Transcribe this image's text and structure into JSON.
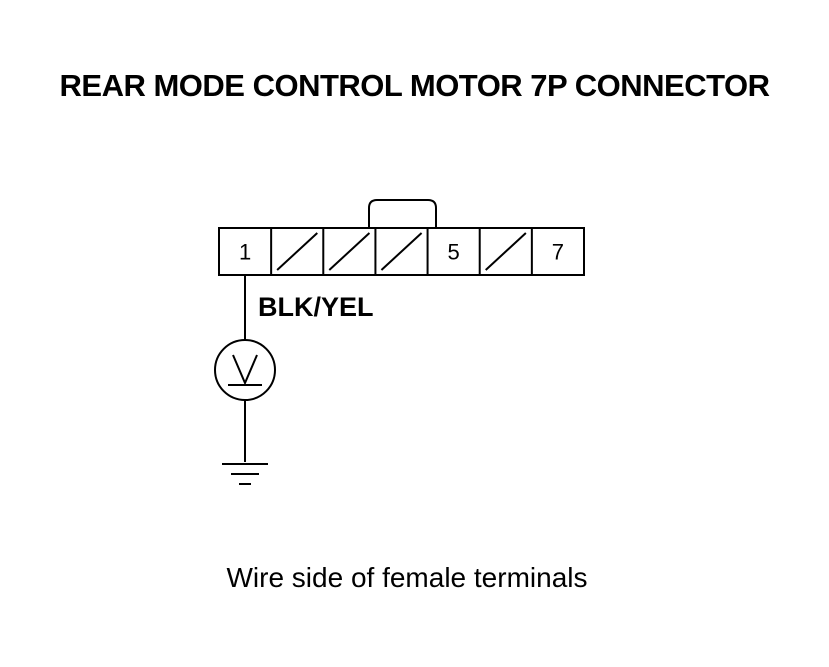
{
  "title": "REAR MODE CONTROL MOTOR 7P CONNECTOR",
  "connector": {
    "terminals": [
      {
        "number": "1",
        "state": "used"
      },
      {
        "number": "",
        "state": "blank"
      },
      {
        "number": "",
        "state": "blank"
      },
      {
        "number": "",
        "state": "blank"
      },
      {
        "number": "5",
        "state": "used"
      },
      {
        "number": "",
        "state": "blank"
      },
      {
        "number": "7",
        "state": "used"
      }
    ],
    "wire": {
      "terminal": "1",
      "color_label": "BLK/YEL"
    }
  },
  "meter": {
    "type": "voltmeter",
    "symbol": "V"
  },
  "ground": {
    "symbol": "ground"
  },
  "caption": "Wire side of female terminals"
}
